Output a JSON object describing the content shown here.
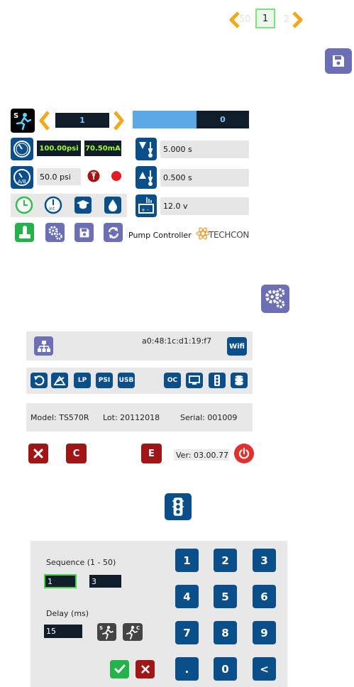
{
  "pager": {
    "prev": "50",
    "current": "1",
    "next": "2"
  },
  "program": {
    "seq_value": "1",
    "bar_value": "0"
  },
  "readings": {
    "pressure": "100.00psi",
    "current": "70.50mA",
    "set_pressure": "50.0 psi"
  },
  "timers": {
    "shot": "5.000 s",
    "suck": "0.500 s",
    "voltage": "12.0 v"
  },
  "brand": {
    "label": "Pump Controller",
    "logo": "TECHCON"
  },
  "network": {
    "mac": "a0:48:1c:d1:19:f7",
    "wifi": "Wifi"
  },
  "toolbar": {
    "lp": "LP",
    "psi": "PSI",
    "usb": "USB",
    "oc": "OC"
  },
  "device": {
    "model": "Model: TS570R",
    "lot": "Lot: 20112018",
    "serial": "Serial: 001009",
    "version": "Ver: 03.00.77"
  },
  "actions": {
    "c_label": "C",
    "e_label": "E"
  },
  "sequence": {
    "label": "Sequence (1 - 50)",
    "from": "1",
    "to": "3",
    "delay_label": "Delay (ms)",
    "delay": "15"
  },
  "keypad": {
    "keys": [
      "1",
      "2",
      "3",
      "4",
      "5",
      "6",
      "7",
      "8",
      "9",
      ".",
      "0",
      "<"
    ]
  },
  "colors": {
    "accent": "#0b4f8a",
    "purple": "#6c6fb3",
    "orange": "#f0a81c",
    "red": "#a01515",
    "green": "#26b24b",
    "lcd_green": "#9dff2a"
  }
}
